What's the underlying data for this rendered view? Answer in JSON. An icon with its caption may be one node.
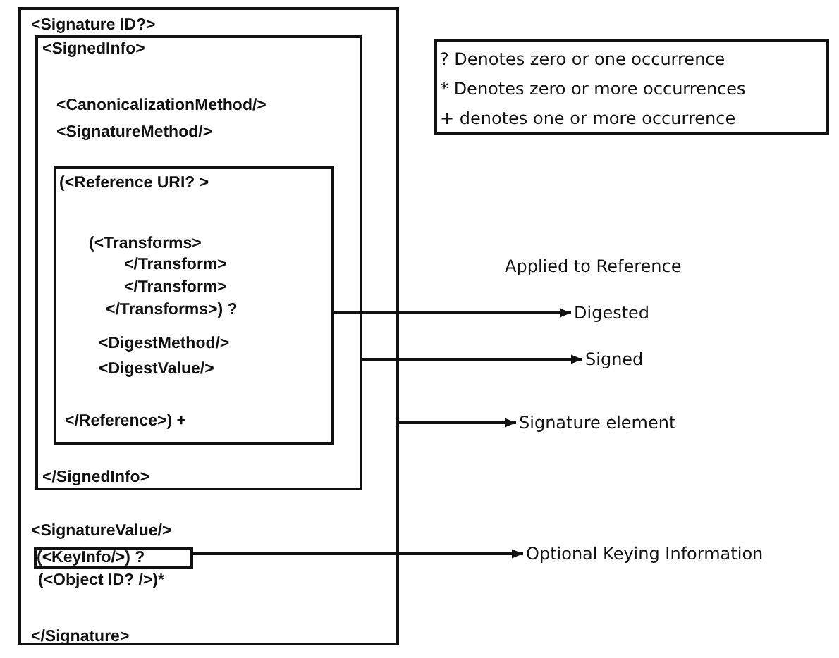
{
  "diagram": {
    "nodes": [
      {
        "text": [
          "<Signature ID?>",
          "<SignatureValue/>",
          "(<Object ID? />)*",
          "</Signature>"
        ]
      },
      {
        "text": [
          "<SignedInfo>",
          "<CanonicalizationMethod/>",
          "<SignatureMethod/>",
          "</SignedInfo>"
        ],
        "in": 0
      },
      {
        "text": [
          "(<Reference URI? >",
          "(<Transforms>",
          "</Transform>",
          "</Transform>",
          "</Transforms>) ?",
          "<DigestMethod/>",
          "<DigestValue/>",
          "</Reference>) +"
        ],
        "in": 1
      },
      {
        "text": [
          "(<KeyInfo/>) ?"
        ],
        "in": 0
      },
      {
        "text": [
          "Digested"
        ]
      },
      {
        "text": [
          "Signed"
        ]
      },
      {
        "text": [
          "Signature element"
        ]
      },
      {
        "text": [
          "Optional Keying Information"
        ]
      },
      {
        "text": [
          "? Denotes zero or one occurrence",
          "* Denotes zero or more occurrences",
          "+ denotes one or more occurrence"
        ]
      }
    ],
    "edges": [
      {
        "from": 2,
        "to": 4,
        "arrow": "to"
      },
      {
        "from": 1,
        "to": 5,
        "arrow": "to"
      },
      {
        "from": 0,
        "to": 6,
        "arrow": "to"
      },
      {
        "from": 3,
        "to": 7,
        "arrow": "to"
      }
    ],
    "labels": [
      "Applied to Reference"
    ]
  }
}
